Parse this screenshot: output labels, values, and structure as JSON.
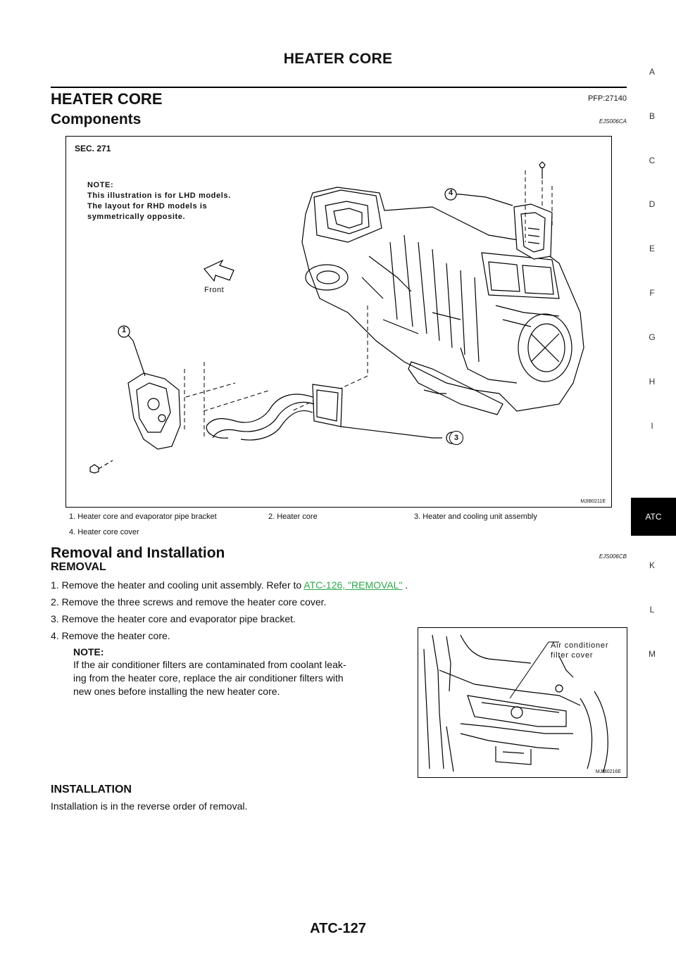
{
  "header": {
    "title": "HEATER CORE"
  },
  "section": {
    "title": "HEATER CORE",
    "pfp": "PFP:27140"
  },
  "components": {
    "title": "Components",
    "code": "EJS006CA",
    "figure": {
      "sec": "SEC. 271",
      "note_lines": [
        "NOTE:",
        "This illustration is for LHD models.",
        "The layout for RHD models is",
        "symmetrically opposite."
      ],
      "front_label": "Front",
      "callouts": [
        "1",
        "2",
        "3",
        "4"
      ],
      "id": "MJIB0211E"
    },
    "legend": [
      "1.   Heater core and evaporator pipe bracket",
      "2.   Heater core",
      "3.   Heater and cooling unit assembly",
      "4.   Heater core cover"
    ]
  },
  "sidebar": {
    "letters": [
      "A",
      "B",
      "C",
      "D",
      "E",
      "F",
      "G",
      "H",
      "I",
      "K",
      "L",
      "M"
    ],
    "active": "ATC"
  },
  "removal_installation": {
    "title": "Removal and Installation",
    "code": "EJS006CB",
    "removal": {
      "heading": "REMOVAL",
      "steps": [
        {
          "num": "1.",
          "text": "Remove the heater and cooling unit assembly. Refer to",
          "link": "ATC-126, \"REMOVAL\"",
          "after": " ."
        },
        {
          "num": "2.",
          "text": "Remove the three screws and remove the heater core cover."
        },
        {
          "num": "3.",
          "text": "Remove the heater core and evaporator pipe bracket."
        },
        {
          "num": "4.",
          "text": "Remove the heater core."
        }
      ],
      "note_label": "NOTE:",
      "note_lines": [
        "If the air conditioner filters are contaminated from coolant leak-",
        "ing from the heater core, replace the air conditioner filters with",
        "new ones before installing the new heater core."
      ]
    },
    "figure2": {
      "label_lines": [
        "Air conditioner",
        "filter cover"
      ],
      "id": "MJIB0216E"
    },
    "installation": {
      "heading": "INSTALLATION",
      "text": "Installation is in the reverse order of removal."
    }
  },
  "footer": {
    "page": "ATC-127"
  }
}
